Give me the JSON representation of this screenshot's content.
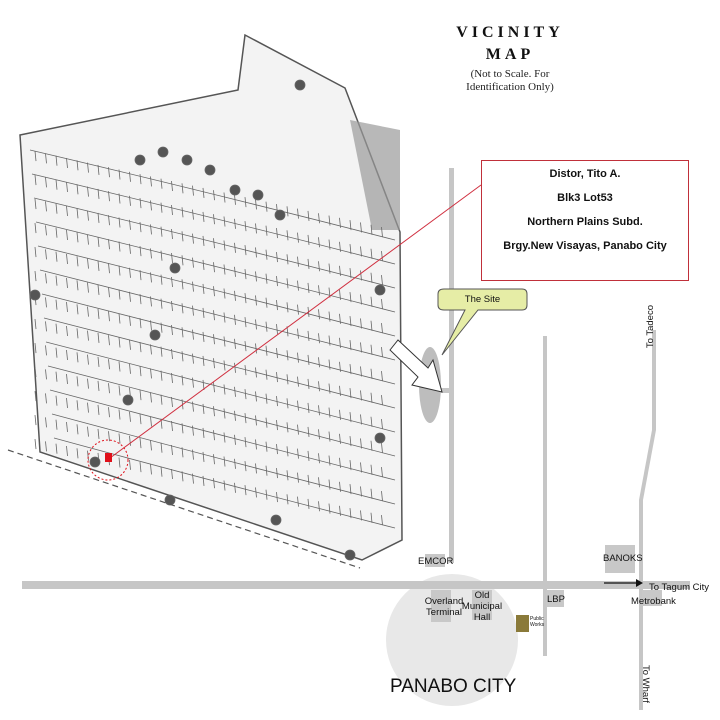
{
  "title": {
    "line1": "VICINITY",
    "line2": "MAP",
    "note_line1": "(Not to Scale. For",
    "note_line2": "Identification Only)"
  },
  "callout": {
    "lines": [
      "Distor, Tito A.",
      "Blk3 Lot53",
      "Northern Plains Subd.",
      "Brgy.New Visayas, Panabo City"
    ]
  },
  "site_bubble": "The Site",
  "landmarks": {
    "emcor": "EMCOR",
    "banoks": "BANOKS",
    "overland_1": "Overland",
    "overland_2": "Terminal",
    "old_hall_1": "Old",
    "old_hall_2": "Municipal",
    "old_hall_3": "Hall",
    "lbp": "LBP",
    "metrobank": "Metrobank",
    "public_works_1": "Public",
    "public_works_2": "Works"
  },
  "directions": {
    "tagum": "To Tagum City",
    "tadeco": "To Tadeco",
    "wharf": "To Wharf"
  },
  "city": "PANABO CITY",
  "colors": {
    "road": "#c6c6c6",
    "callout_border": "#c0303a",
    "marker": "#e0101a",
    "bubble": "#e6eda6",
    "city_area": "#e6e6e6"
  }
}
